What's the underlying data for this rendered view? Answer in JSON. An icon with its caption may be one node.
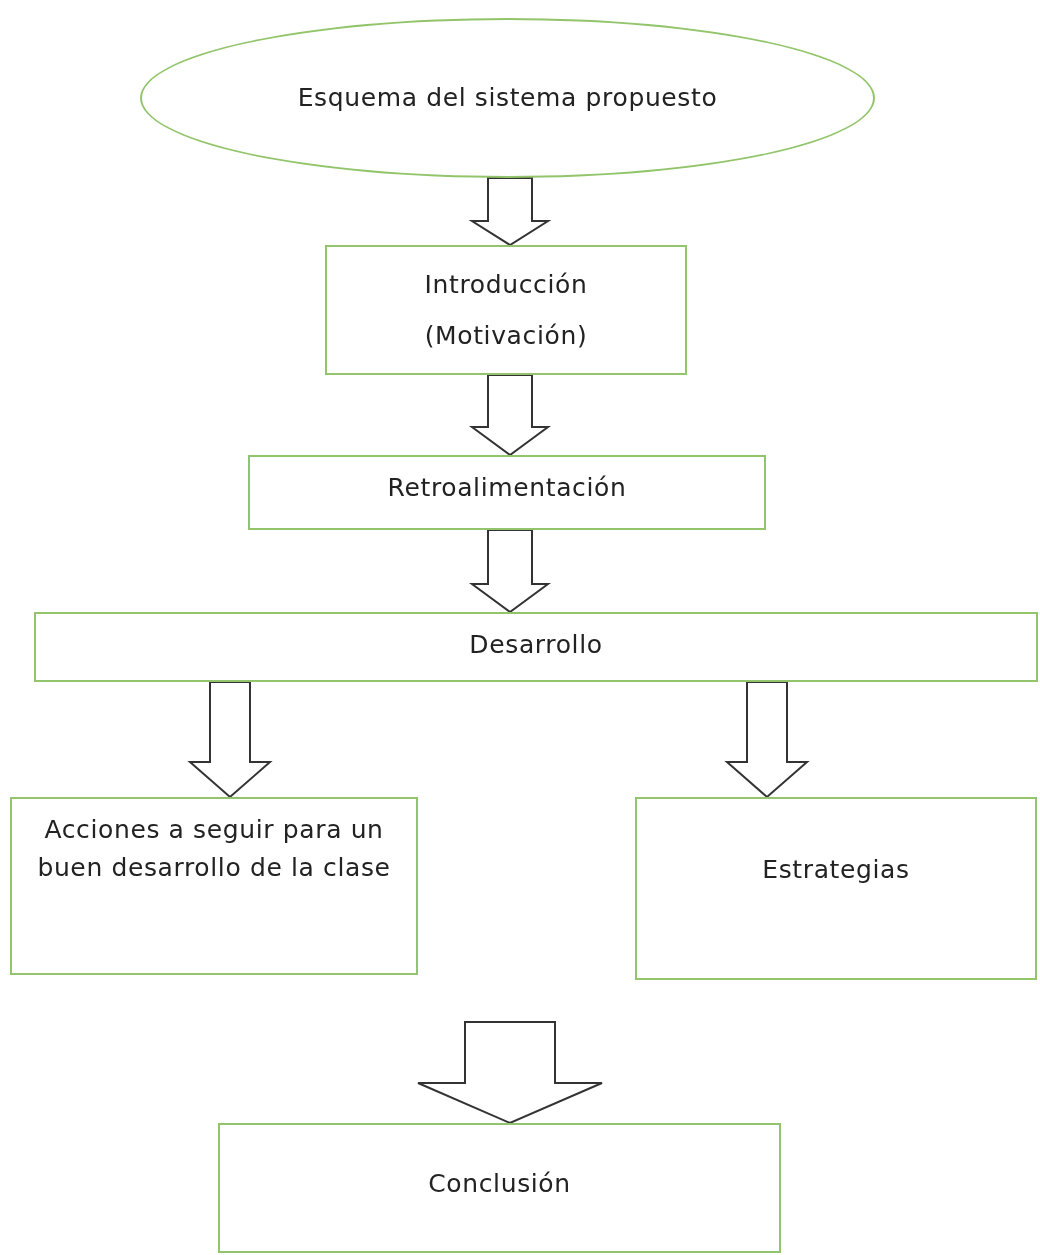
{
  "diagram": {
    "nodes": [
      {
        "text": [
          "Esquema del sistema propuesto"
        ]
      },
      {
        "text": [
          "Introducción",
          "(Motivación)"
        ]
      },
      {
        "text": [
          "Retroalimentación"
        ]
      },
      {
        "text": [
          "Desarrollo"
        ]
      },
      {
        "text": [
          "Acciones a seguir para un buen desarrollo de la clase"
        ]
      },
      {
        "text": [
          "Estrategias"
        ]
      },
      {
        "text": [
          "Conclusión"
        ]
      }
    ],
    "edges": [
      {
        "from": 0,
        "to": 1,
        "arrow": "to"
      },
      {
        "from": 1,
        "to": 2,
        "arrow": "to"
      },
      {
        "from": 2,
        "to": 3,
        "arrow": "to"
      },
      {
        "from": 3,
        "to": 4,
        "arrow": "to"
      },
      {
        "from": 3,
        "to": 5,
        "arrow": "to"
      },
      {
        "from": null,
        "to": 6,
        "arrow": "to"
      }
    ]
  }
}
